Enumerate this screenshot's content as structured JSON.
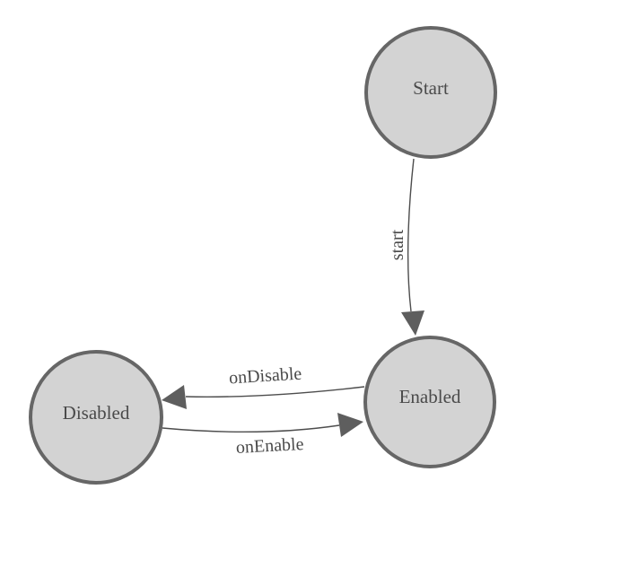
{
  "diagram": {
    "type": "state-machine-graph",
    "nodes": [
      {
        "id": "start-node",
        "label": "Start"
      },
      {
        "id": "enabled-node",
        "label": "Enabled"
      },
      {
        "id": "disabled-node",
        "label": "Disabled"
      }
    ],
    "edges": [
      {
        "id": "start-edge",
        "label": "start",
        "from": "Start",
        "to": "Enabled"
      },
      {
        "id": "ondisable-edge",
        "label": "onDisable",
        "from": "Enabled",
        "to": "Disabled"
      },
      {
        "id": "onenable-edge",
        "label": "onEnable",
        "from": "Disabled",
        "to": "Enabled"
      }
    ],
    "colors": {
      "background": "#ffffff",
      "node_fill": "#d3d3d3",
      "node_stroke": "#666666",
      "edge_stroke": "#4d4d4d",
      "arrow_fill": "#5e5e5e",
      "text": "#4a4a4a"
    }
  }
}
